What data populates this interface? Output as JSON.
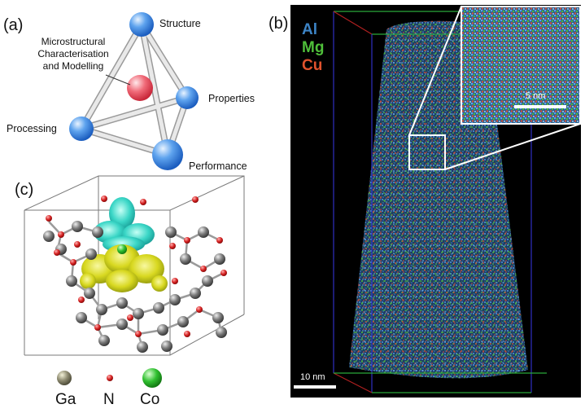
{
  "panels": {
    "a": "(a)",
    "b": "(b)",
    "c": "(c)"
  },
  "tetrahedron": {
    "center": "Microstructural\nCharacterisation\nand Modelling",
    "vertices": {
      "structure": "Structure",
      "properties": "Properties",
      "processing": "Processing",
      "performance": "Performance"
    }
  },
  "atom_probe": {
    "elements": [
      {
        "symbol": "Al",
        "color": "#3d84c6"
      },
      {
        "symbol": "Mg",
        "color": "#4fbf3a"
      },
      {
        "symbol": "Cu",
        "color": "#e0522d"
      }
    ],
    "scale_bar_main": "10 nm",
    "scale_bar_inset": "5 nm"
  },
  "crystal_legend": [
    {
      "symbol": "Ga",
      "icon": "ga-atom-icon",
      "color": "#8d8a70"
    },
    {
      "symbol": "N",
      "icon": "n-atom-icon",
      "color": "#d42020"
    },
    {
      "symbol": "Co",
      "icon": "co-atom-icon",
      "color": "#30c030"
    }
  ]
}
